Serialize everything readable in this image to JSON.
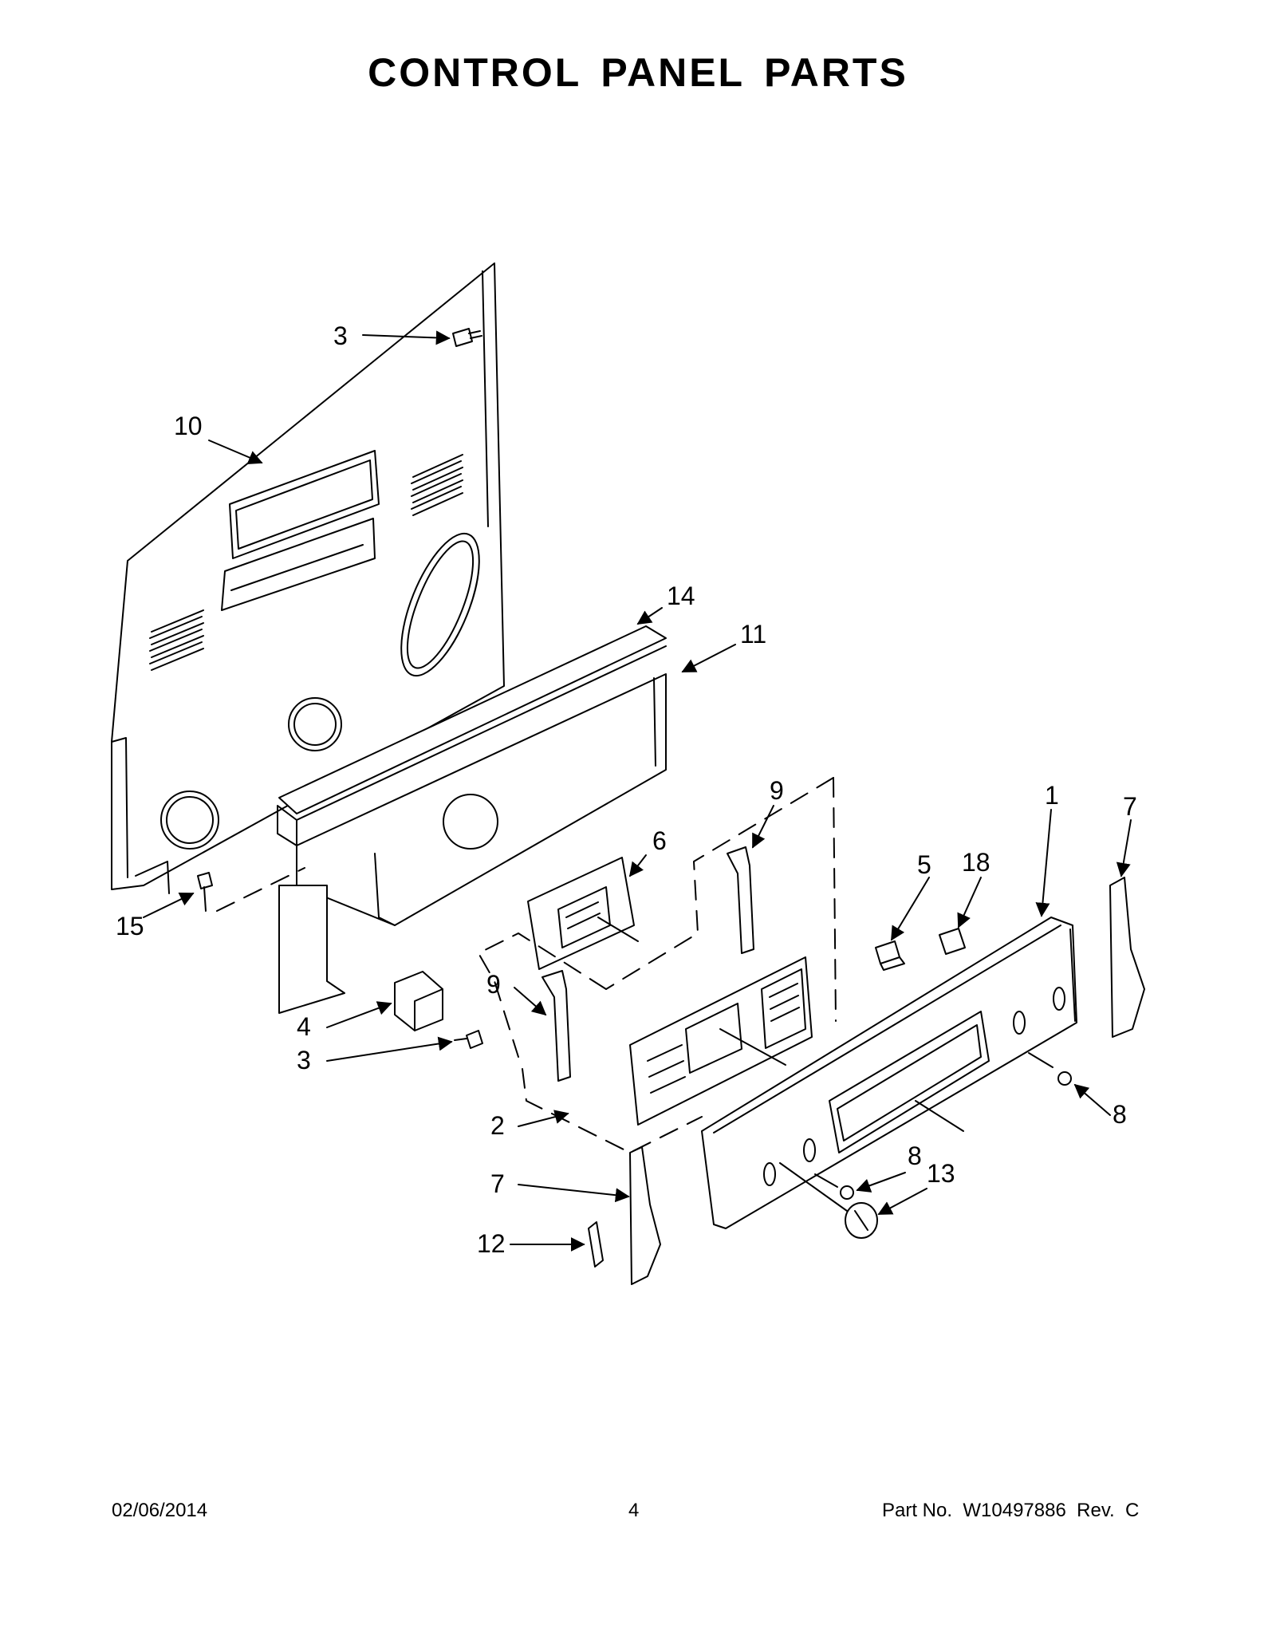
{
  "title": "CONTROL PANEL PARTS",
  "callouts": [
    {
      "id": "callout-3-top",
      "text": "3"
    },
    {
      "id": "callout-10",
      "text": "10"
    },
    {
      "id": "callout-14",
      "text": "14"
    },
    {
      "id": "callout-11",
      "text": "11"
    },
    {
      "id": "callout-15",
      "text": "15"
    },
    {
      "id": "callout-9-right",
      "text": "9"
    },
    {
      "id": "callout-6",
      "text": "6"
    },
    {
      "id": "callout-9-left",
      "text": "9"
    },
    {
      "id": "callout-4",
      "text": "4"
    },
    {
      "id": "callout-3-bottom",
      "text": "3"
    },
    {
      "id": "callout-2",
      "text": "2"
    },
    {
      "id": "callout-7-bottom",
      "text": "7"
    },
    {
      "id": "callout-12",
      "text": "12"
    },
    {
      "id": "callout-5",
      "text": "5"
    },
    {
      "id": "callout-18",
      "text": "18"
    },
    {
      "id": "callout-1",
      "text": "1"
    },
    {
      "id": "callout-7-right",
      "text": "7"
    },
    {
      "id": "callout-8-right",
      "text": "8"
    },
    {
      "id": "callout-8-bottom",
      "text": "8"
    },
    {
      "id": "callout-13",
      "text": "13"
    }
  ],
  "footer": {
    "date": "02/06/2014",
    "page": "4",
    "part_number": "Part No.  W10497886  Rev.  C"
  }
}
